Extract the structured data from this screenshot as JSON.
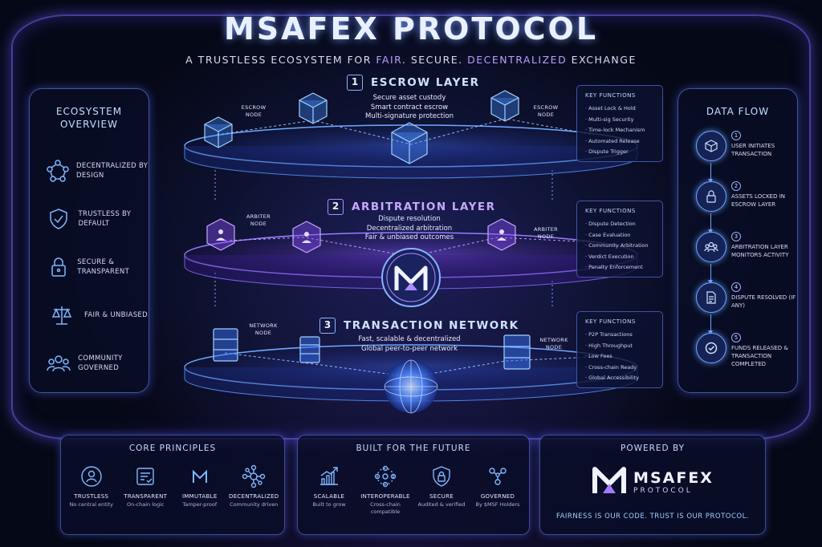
{
  "header": {
    "title": "MSAFEX PROTOCOL",
    "subtitle_parts": [
      "A TRUSTLESS ECOSYSTEM FOR ",
      "FAIR",
      ". SECURE. ",
      "DECENTRALIZED",
      " EXCHANGE"
    ]
  },
  "ecosystem": {
    "title": "ECOSYSTEM OVERVIEW",
    "items": [
      {
        "label": "DECENTRALIZED BY DESIGN",
        "icon": "network-icon"
      },
      {
        "label": "TRUSTLESS BY DEFAULT",
        "icon": "shield-check-icon"
      },
      {
        "label": "SECURE & TRANSPARENT",
        "icon": "lock-icon"
      },
      {
        "label": "FAIR & UNBIASED",
        "icon": "scales-icon"
      },
      {
        "label": "COMMUNITY GOVERNED",
        "icon": "community-icon"
      }
    ]
  },
  "layers": [
    {
      "num": "1",
      "name": "ESCROW LAYER",
      "desc": [
        "Secure asset custody",
        "Smart contract escrow",
        "Multi-signature protection"
      ],
      "nodes": [
        "ESCROW NODE",
        "ESCROW NODE"
      ],
      "key_title": "KEY FUNCTIONS",
      "key_functions": [
        "Asset Lock & Hold",
        "Multi-sig Security",
        "Time-lock Mechanism",
        "Automated Release",
        "Dispute Trigger"
      ]
    },
    {
      "num": "2",
      "name": "ARBITRATION LAYER",
      "desc": [
        "Dispute resolution",
        "Decentralized arbitration",
        "Fair & unbiased outcomes"
      ],
      "nodes": [
        "ARBITER NODE",
        "ARBITER NODE"
      ],
      "key_title": "KEY FUNCTIONS",
      "key_functions": [
        "Dispute Detection",
        "Case Evaluation",
        "Community Arbitration",
        "Verdict Execution",
        "Penalty Enforcement"
      ]
    },
    {
      "num": "3",
      "name": "TRANSACTION NETWORK",
      "desc": [
        "Fast, scalable & decentralized",
        "Global peer-to-peer network"
      ],
      "nodes": [
        "NETWORK NODE",
        "NETWORK NODE"
      ],
      "key_title": "KEY FUNCTIONS",
      "key_functions": [
        "P2P Transactions",
        "High Throughput",
        "Low Fees",
        "Cross-chain Ready",
        "Global Accessibility"
      ]
    }
  ],
  "data_flow": {
    "title": "DATA FLOW",
    "steps": [
      {
        "num": "1",
        "text": "USER INITIATES TRANSACTION",
        "icon": "cube-icon"
      },
      {
        "num": "2",
        "text": "ASSETS LOCKED IN ESCROW LAYER",
        "icon": "lock-icon"
      },
      {
        "num": "3",
        "text": "ARBITRATION LAYER MONITORS ACTIVITY",
        "icon": "users-icon"
      },
      {
        "num": "4",
        "text": "DISPUTE RESOLVED (IF ANY)",
        "icon": "document-icon"
      },
      {
        "num": "5",
        "text": "FUNDS RELEASED & TRANSACTION COMPLETED",
        "icon": "check-icon"
      }
    ]
  },
  "core_principles": {
    "title": "CORE PRINCIPLES",
    "items": [
      {
        "name": "TRUSTLESS",
        "sub": "No central entity"
      },
      {
        "name": "TRANSPARENT",
        "sub": "On-chain logic"
      },
      {
        "name": "IMMUTABLE",
        "sub": "Tamper-proof"
      },
      {
        "name": "DECENTRALIZED",
        "sub": "Community driven"
      }
    ]
  },
  "future": {
    "title": "BUILT FOR THE FUTURE",
    "items": [
      {
        "name": "SCALABLE",
        "sub": "Built to grow"
      },
      {
        "name": "INTEROPERABLE",
        "sub": "Cross-chain compatible"
      },
      {
        "name": "SECURE",
        "sub": "Audited & verified"
      },
      {
        "name": "GOVERNED",
        "sub": "By $MSF Holders"
      }
    ]
  },
  "powered": {
    "title": "POWERED BY",
    "brand": "MSAFEX",
    "brand_sub": "PROTOCOL",
    "tagline": "FAIRNESS IS OUR CODE. TRUST IS OUR PROTOCOL."
  },
  "colors": {
    "accent_blue": "#5aa8ff",
    "accent_purple": "#a07cff",
    "background": "#050816"
  }
}
